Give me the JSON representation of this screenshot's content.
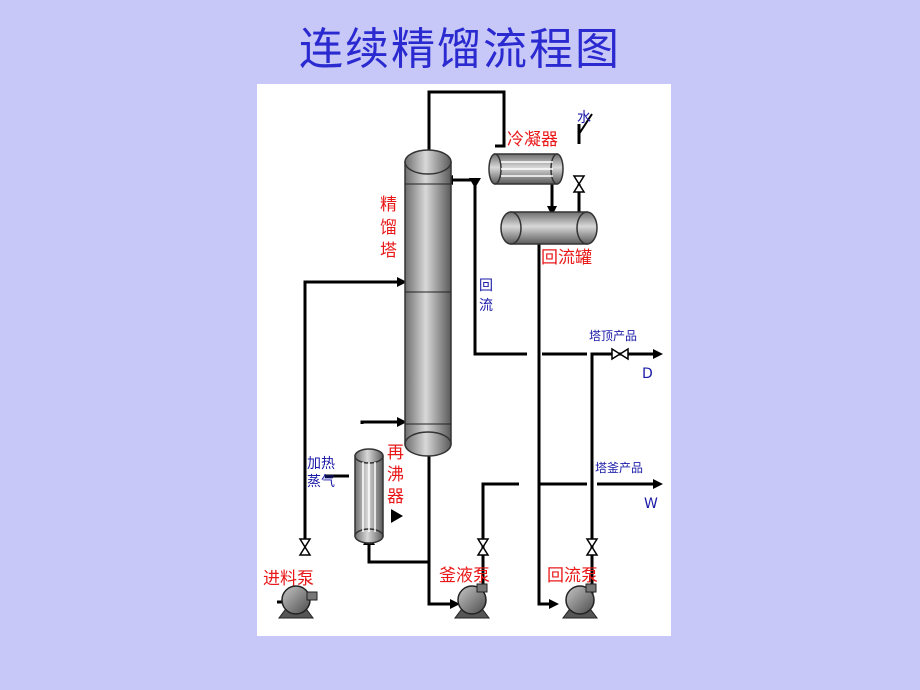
{
  "slide": {
    "title": "连续精馏流程图"
  },
  "diagram": {
    "colors": {
      "pipe": "#000000",
      "equipment_label": "#e81818",
      "stream_label": "#1a1aa8",
      "vessel_fill": "#8a8a8a"
    },
    "equipment": {
      "column": [
        "精",
        "馏",
        "塔"
      ],
      "condenser": "冷凝器",
      "reflux_drum": "回流罐",
      "reboiler": [
        "再",
        "沸",
        "器"
      ],
      "feed_pump": "进料泵",
      "bottoms_pump": "釜液泵",
      "reflux_pump": "回流泵"
    },
    "streams": {
      "water": "水",
      "reflux": [
        "回",
        "流"
      ],
      "top_product": "塔顶产品",
      "top_product_symbol": "D",
      "bottom_product": "塔釜产品",
      "bottom_product_symbol": "W",
      "steam_line1": "加热",
      "steam_line2": "蒸气"
    }
  }
}
